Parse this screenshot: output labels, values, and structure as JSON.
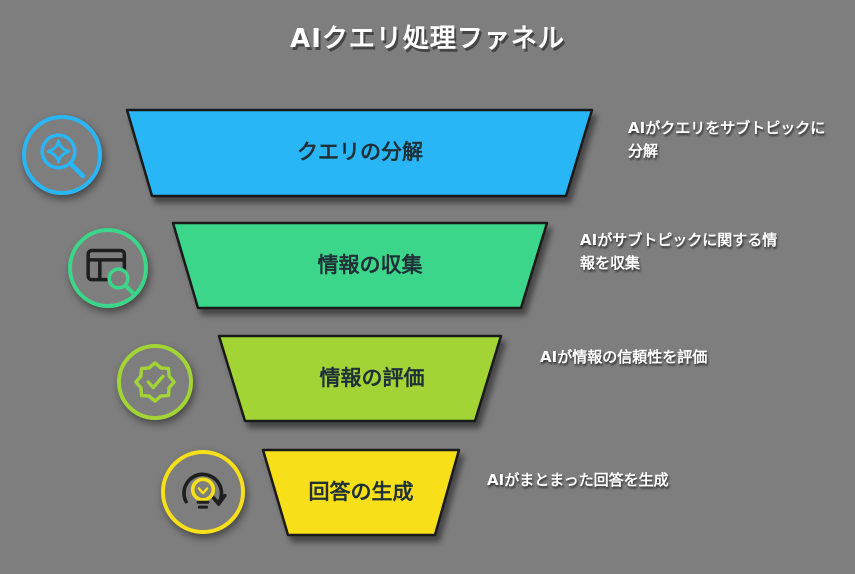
{
  "title": "AIクエリ処理ファネル",
  "colors": {
    "background": "#7e7e7e",
    "outline": "#1a1a1a",
    "title_text": "#ffffff",
    "label_text": "#1f3038",
    "caption_text": "#ffffff"
  },
  "stages": [
    {
      "label": "クエリの分解",
      "caption": "AIがクエリをサブトピックに分解",
      "color": "#29b6f6",
      "icon": "search-sparkle-icon"
    },
    {
      "label": "情報の収集",
      "caption": "AIがサブトピックに関する情報を収集",
      "color": "#3bd689",
      "icon": "table-search-icon"
    },
    {
      "label": "情報の評価",
      "caption": "AIが情報の信頼性を評価",
      "color": "#a2d435",
      "icon": "badge-check-icon"
    },
    {
      "label": "回答の生成",
      "caption": "AIがまとまった回答を生成",
      "color": "#f7df1a",
      "icon": "bulb-idea-icon"
    }
  ]
}
